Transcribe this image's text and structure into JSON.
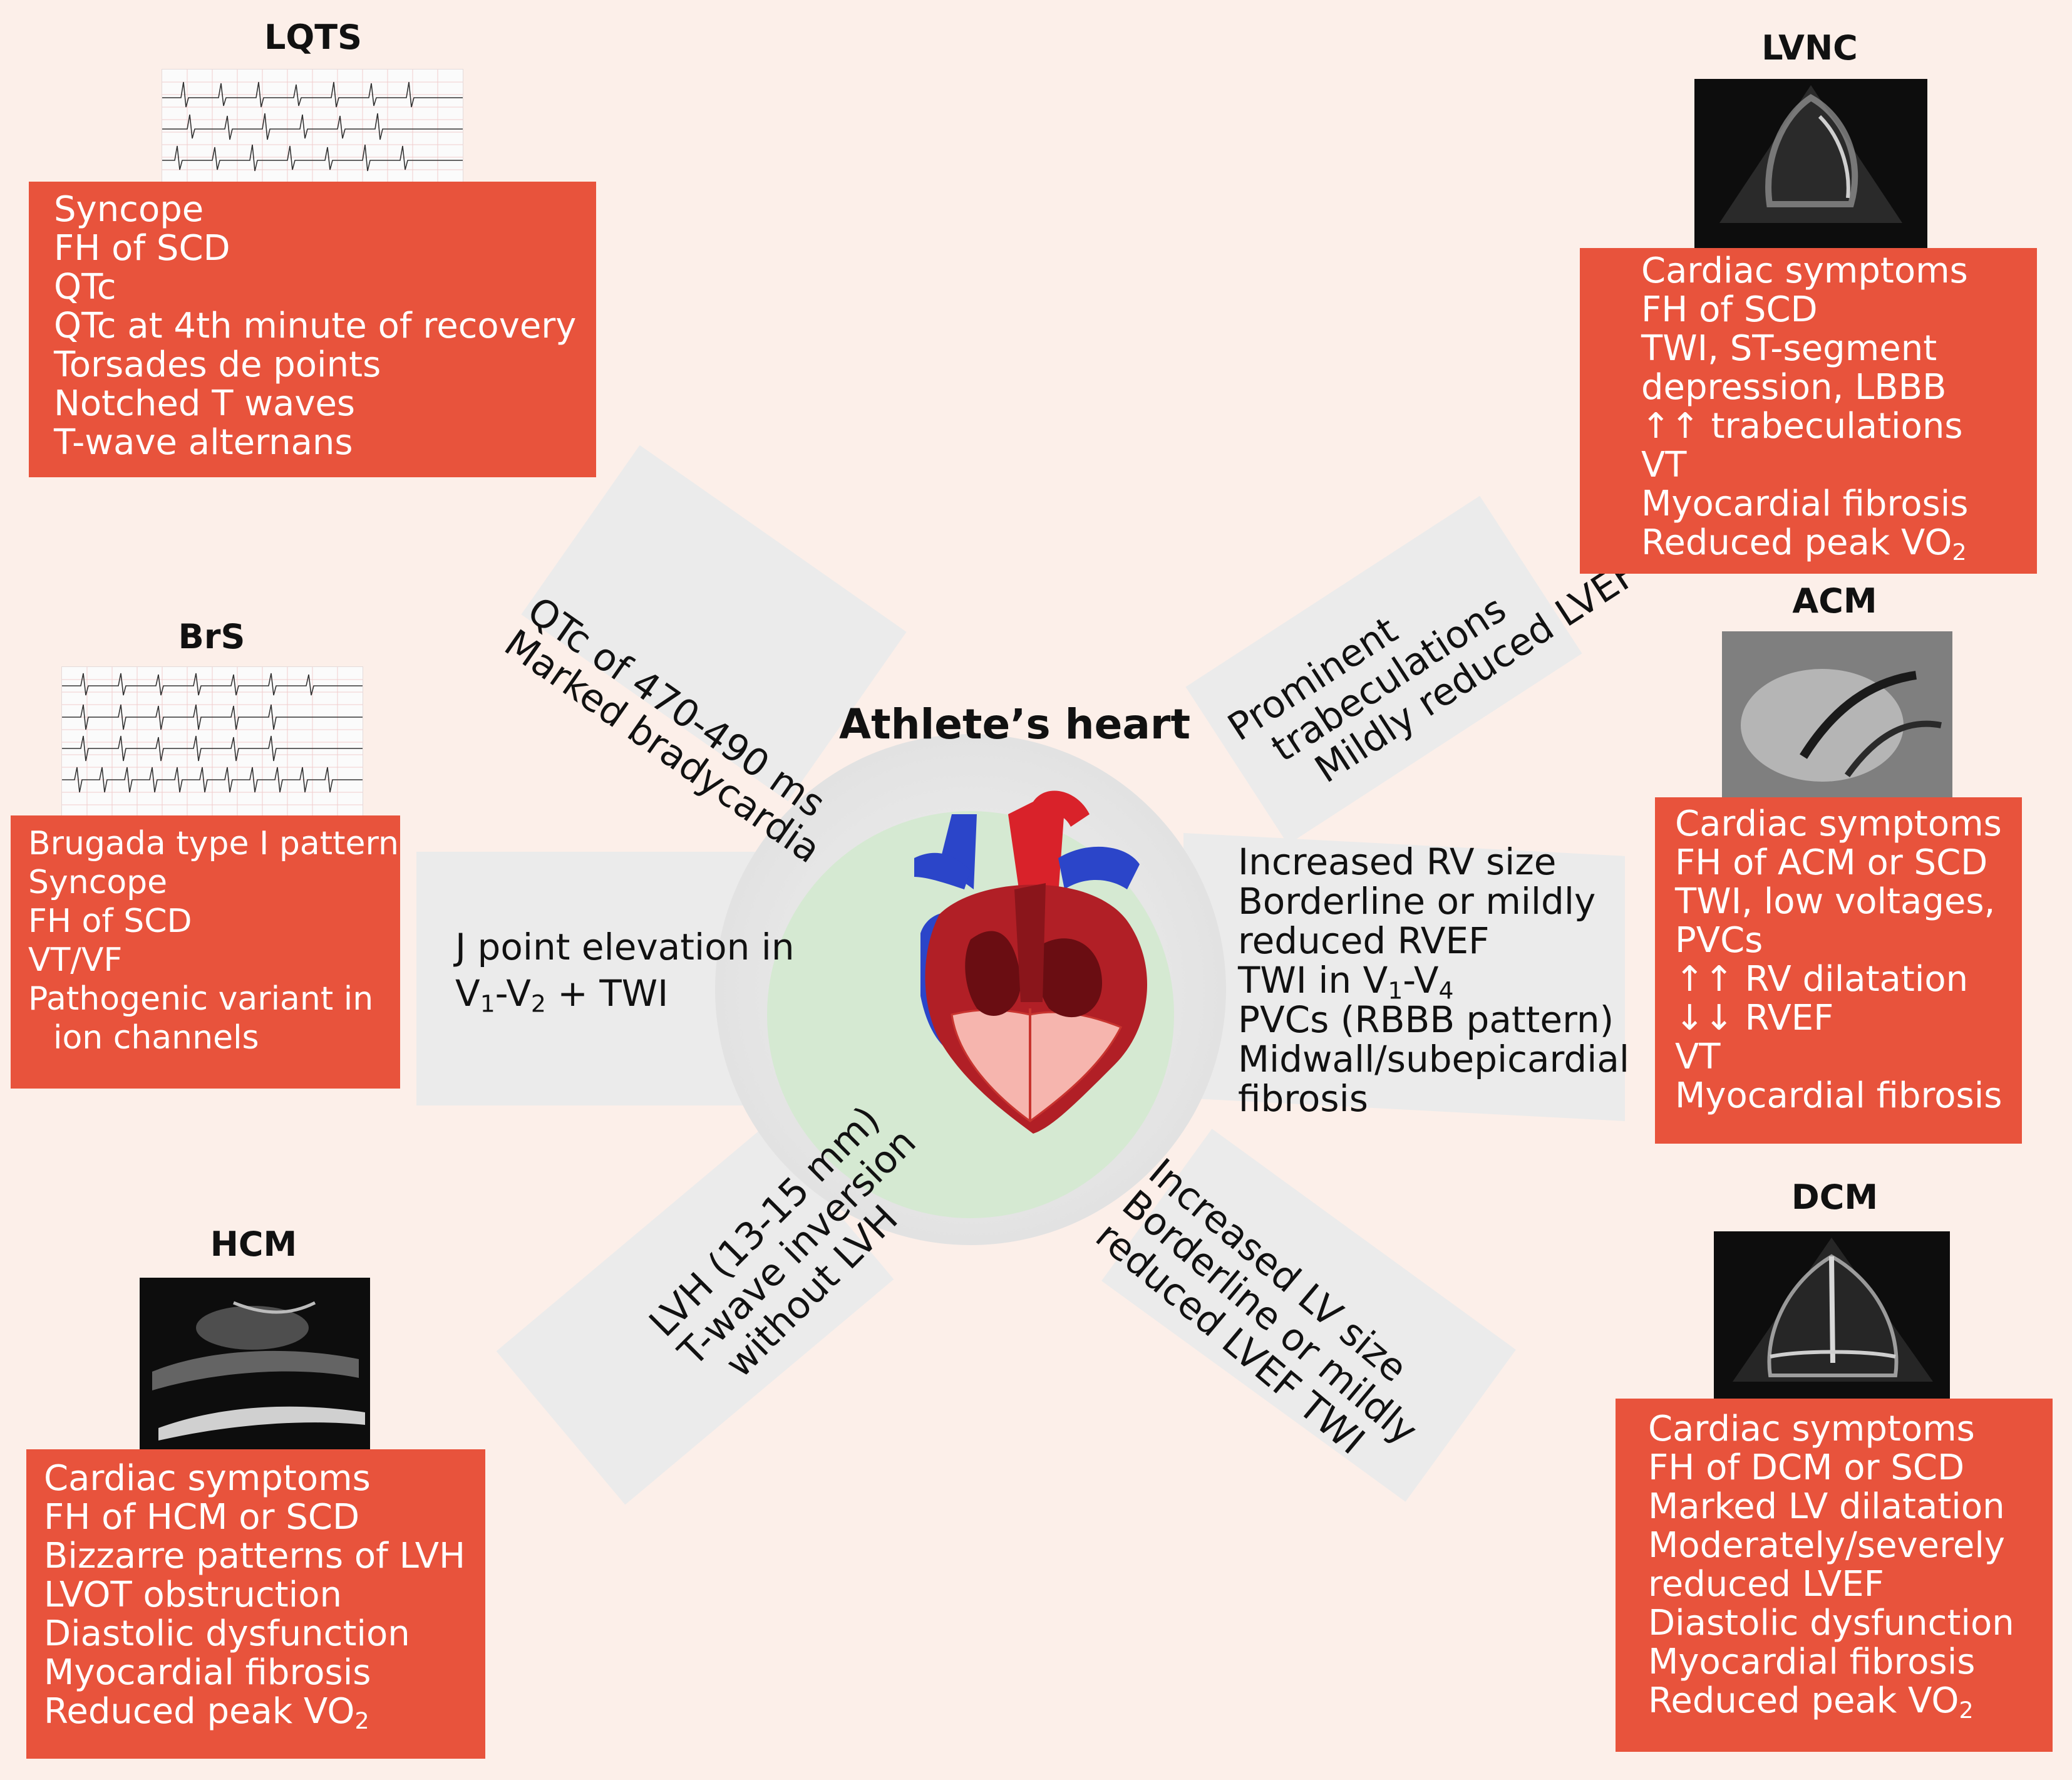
{
  "center": {
    "title": "Athlete’s heart"
  },
  "rays": {
    "qtc": {
      "lines": [
        "QTc of 470-490 ms",
        "Marked bradycardia"
      ]
    },
    "jpoint": {
      "line1": "J point elevation in",
      "v1": "V",
      "s1": "1",
      "dash": "-V",
      "s2": "2",
      "rest": " + TWI"
    },
    "lvh": {
      "lines": [
        "LVH (13-15 mm)",
        "T-wave inversion",
        "without LVH"
      ]
    },
    "trab": {
      "lines": [
        "Prominent",
        "trabeculations",
        "Mildly reduced LVEF"
      ]
    },
    "rv": {
      "l1": "Increased RV size",
      "l2": "Borderline or mildly",
      "l3": "reduced RVEF",
      "l4a": "TWI in V",
      "l4s1": "1",
      "l4b": "-V",
      "l4s2": "4",
      "l5": "PVCs (RBBB pattern)",
      "l6": "Midwall/subepicardial",
      "l7": "fibrosis"
    },
    "lv": {
      "lines": [
        "Increased LV size",
        "Borderline or mildly",
        "reduced LVEF TWI"
      ]
    }
  },
  "diseases": {
    "lqts": {
      "title": "LQTS",
      "lines": [
        "Syncope",
        "FH of SCD",
        "QTc",
        "QTc at 4th minute of recovery",
        "Torsades de points",
        "Notched T waves",
        "T-wave alternans"
      ]
    },
    "brs": {
      "title": "BrS",
      "lines": [
        "Brugada type I pattern",
        "Syncope",
        "FH of SCD",
        "VT/VF",
        "Pathogenic variant in",
        "ion channels"
      ]
    },
    "hcm": {
      "title": "HCM",
      "lines": [
        "Cardiac symptoms",
        "FH of HCM or SCD",
        "Bizzarre patterns of LVH",
        "LVOT obstruction",
        "Diastolic dysfunction",
        "Myocardial fibrosis"
      ],
      "last": "Reduced peak VO",
      "last_sub": "2"
    },
    "lvnc": {
      "title": "LVNC",
      "lines": [
        "Cardiac symptoms",
        "FH of SCD",
        "TWI, ST-segment",
        "depression, LBBB",
        "↑↑ trabeculations",
        "VT",
        "Myocardial fibrosis"
      ],
      "last": "Reduced peak VO",
      "last_sub": "2"
    },
    "acm": {
      "title": "ACM",
      "lines": [
        "Cardiac symptoms",
        "FH of ACM or SCD",
        "TWI, low voltages,",
        "PVCs",
        "↑↑ RV dilatation",
        "↓↓ RVEF",
        "VT",
        "Myocardial fibrosis"
      ]
    },
    "dcm": {
      "title": "DCM",
      "lines": [
        "Cardiac symptoms",
        "FH of DCM or SCD",
        "Marked LV dilatation",
        "Moderately/severely",
        "reduced LVEF",
        "Diastolic dysfunction",
        "Myocardial fibrosis"
      ],
      "last": "Reduced peak VO",
      "last_sub": "2"
    }
  },
  "colors": {
    "red_box": "#e8533c",
    "background": "#fcefe9",
    "ray_gray": "#ebebeb",
    "inner_green": "#d5e9d2"
  }
}
